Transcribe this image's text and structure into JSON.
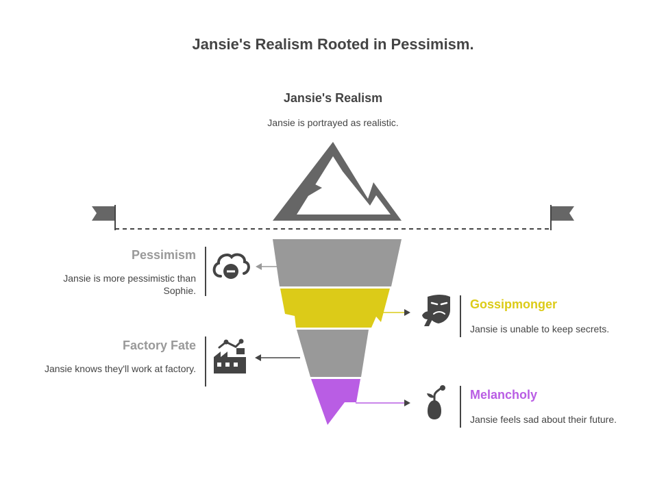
{
  "title": "Jansie's Realism Rooted in Pessimism.",
  "top": {
    "title": "Jansie's Realism",
    "description": "Jansie is portrayed as realistic."
  },
  "layers": [
    {
      "label": "Pessimism",
      "description": "Jansie is more pessimistic than Sophie.",
      "color": "#999999",
      "side": "left",
      "icon": "cloud-minus-icon"
    },
    {
      "label": "Gossipmonger",
      "description": "Jansie is unable to keep secrets.",
      "color": "#dccb18",
      "side": "right",
      "icon": "theater-mask-icon"
    },
    {
      "label": "Factory Fate",
      "description": "Jansie knows they'll work at factory.",
      "color": "#999999",
      "side": "left",
      "icon": "factory-robot-arm-icon"
    },
    {
      "label": "Melancholy",
      "description": "Jansie feels sad about their future.",
      "color": "#b95de4",
      "side": "right",
      "icon": "wilted-plant-icon"
    }
  ],
  "colors": {
    "text": "#444444",
    "mountain": "#666666",
    "water_line": "#444444"
  }
}
